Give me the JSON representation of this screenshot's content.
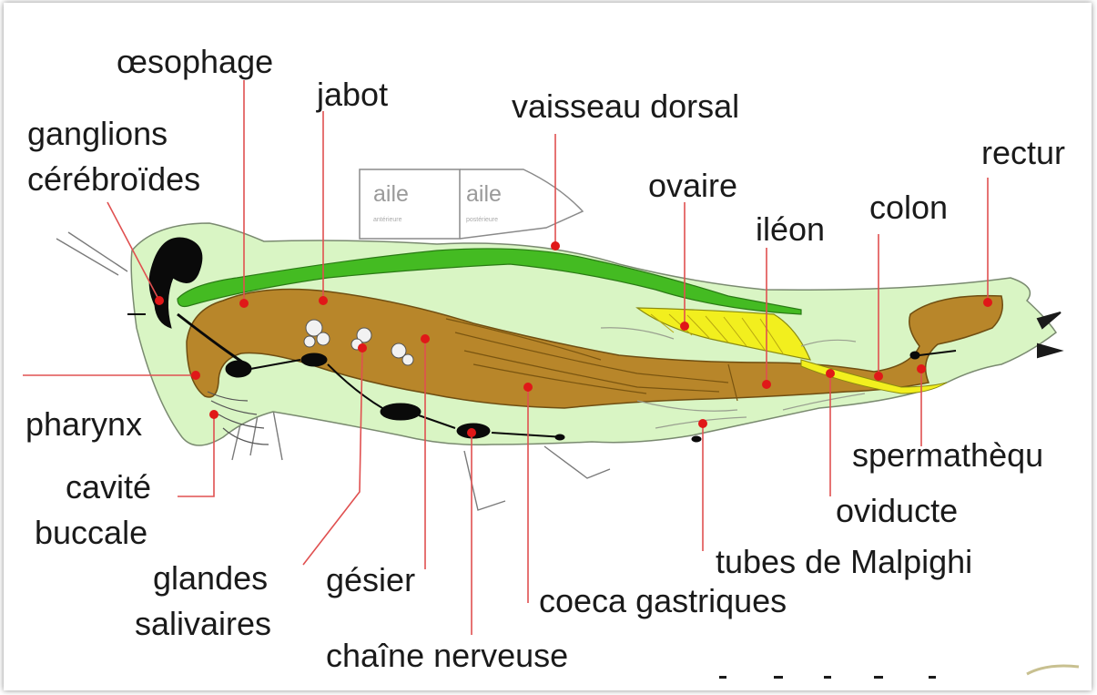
{
  "labels": {
    "oesophage": "œsophage",
    "jabot": "jabot",
    "vaisseau_dorsal": "vaisseau dorsal",
    "ganglions_line1": "ganglions",
    "ganglions_line2": "cérébroïdes",
    "rectum": "rectur",
    "ovaire": "ovaire",
    "colon": "colon",
    "ileon": "iléon",
    "pharynx": "pharynx",
    "cavite_line1": "cavité",
    "cavite_line2": "buccale",
    "spermatheque": "spermathèqu",
    "oviducte": "oviducte",
    "tubes_malpighi": "tubes de Malpighi",
    "glandes_line1": "glandes",
    "glandes_line2": "salivaires",
    "gesier": "gésier",
    "coeca": "coeca gastriques",
    "chaine": "chaîne nerveuse"
  },
  "wings": {
    "anterior_label": "aile",
    "anterior_sub": "antérieure",
    "posterior_label": "aile",
    "posterior_sub": "postérieure"
  },
  "colors": {
    "body": "#d9f5c4",
    "gut": "#b8862a",
    "dorsal_vessel": "#44bb22",
    "ovary": "#f2ef1e",
    "nerve": "#0a0a0a",
    "leader_line": "#e05050",
    "marker": "#e01818"
  }
}
